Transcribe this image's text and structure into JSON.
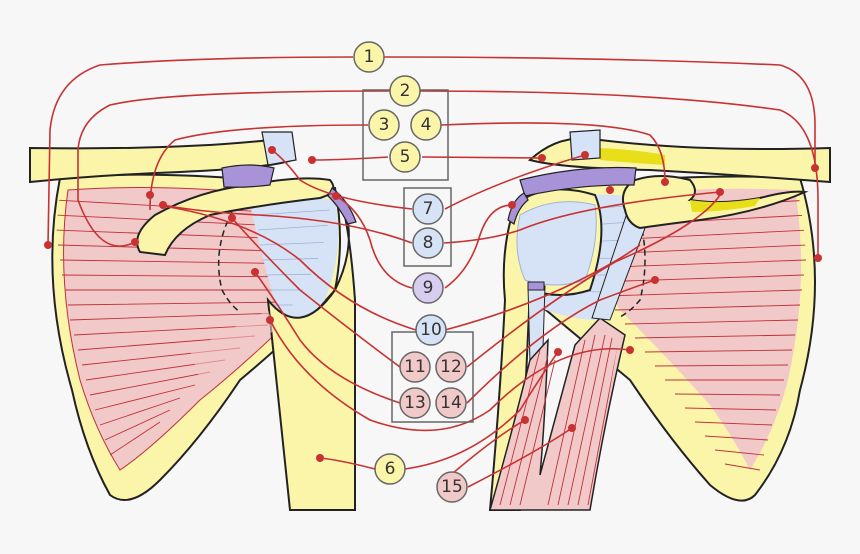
{
  "colors": {
    "background": "#f7f7f7",
    "bone": "#fbf5a9",
    "bone_outline": "#222222",
    "muscle": "#f2c9c9",
    "muscle_fiber": "#c0303a",
    "tendon": "#d6e2f5",
    "ligament": "#d7cdf0",
    "ligament_dark": "#a993d8",
    "leader_line": "#c83232",
    "group_box": "#666666",
    "yellow_accent": "#e8df1a"
  },
  "labels": [
    {
      "num": "1",
      "tissue": "bone"
    },
    {
      "num": "2",
      "tissue": "bone"
    },
    {
      "num": "3",
      "tissue": "bone"
    },
    {
      "num": "4",
      "tissue": "bone"
    },
    {
      "num": "5",
      "tissue": "bone"
    },
    {
      "num": "6",
      "tissue": "bone"
    },
    {
      "num": "7",
      "tissue": "tendon"
    },
    {
      "num": "8",
      "tissue": "tendon"
    },
    {
      "num": "9",
      "tissue": "ligament"
    },
    {
      "num": "10",
      "tissue": "tendon"
    },
    {
      "num": "11",
      "tissue": "muscle"
    },
    {
      "num": "12",
      "tissue": "muscle"
    },
    {
      "num": "13",
      "tissue": "muscle"
    },
    {
      "num": "14",
      "tissue": "muscle"
    },
    {
      "num": "15",
      "tissue": "muscle"
    }
  ]
}
